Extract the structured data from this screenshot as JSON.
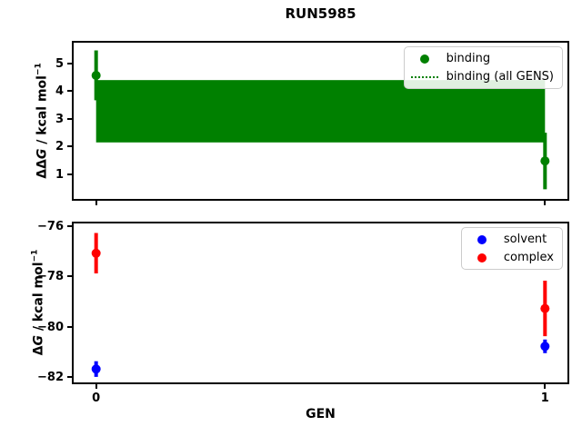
{
  "title": "RUN5985",
  "xlabel": "GEN",
  "colors": {
    "binding": "#008000",
    "solvent": "#0000ff",
    "complex": "#ff0000",
    "spine": "#000000"
  },
  "chart_data": [
    {
      "type": "scatter",
      "panel": "binding",
      "ylabel": {
        "prefix": "ΔΔ",
        "var": "G",
        "rest": " / kcal mol",
        "sup": "−1"
      },
      "xlim": [
        -0.05,
        1.05
      ],
      "ylim": [
        0.11,
        5.75
      ],
      "grid": false,
      "yticks": [
        {
          "value": 1,
          "label": "1"
        },
        {
          "value": 2,
          "label": "2"
        },
        {
          "value": 3,
          "label": "3"
        },
        {
          "value": 4,
          "label": "4"
        },
        {
          "value": 5,
          "label": "5"
        }
      ],
      "xticks": [
        {
          "value": 0,
          "label": "0"
        },
        {
          "value": 1,
          "label": "1"
        }
      ],
      "show_xtick_labels": false,
      "band": {
        "label": "binding (all GENS)",
        "color": "#008000",
        "x": [
          0,
          1
        ],
        "lower": 2.15,
        "upper": 4.4
      },
      "series": [
        {
          "name": "binding",
          "color": "#008000",
          "points": [
            {
              "x": 0,
              "y": 4.57,
              "err": 0.9
            },
            {
              "x": 1,
              "y": 1.48,
              "err": 1.02
            }
          ]
        }
      ],
      "legend": [
        {
          "label": "binding",
          "handle": "dot",
          "color": "#008000"
        },
        {
          "label": "binding (all GENS)",
          "handle": "dotted-line",
          "color": "#008000"
        }
      ],
      "legend_position": "upper right"
    },
    {
      "type": "scatter",
      "panel": "free-energy",
      "ylabel": {
        "prefix": "Δ",
        "var": "G",
        "rest": " / kcal mol",
        "sup": "−1"
      },
      "xlim": [
        -0.05,
        1.05
      ],
      "ylim": [
        -82.2,
        -75.9
      ],
      "grid": false,
      "yticks": [
        {
          "value": -76,
          "label": "−76"
        },
        {
          "value": -78,
          "label": "−78"
        },
        {
          "value": -80,
          "label": "−80"
        },
        {
          "value": -82,
          "label": "−82"
        }
      ],
      "xticks": [
        {
          "value": 0,
          "label": "0"
        },
        {
          "value": 1,
          "label": "1"
        }
      ],
      "show_xtick_labels": true,
      "series": [
        {
          "name": "solvent",
          "color": "#0000ff",
          "points": [
            {
              "x": 0,
              "y": -81.67,
              "err": 0.31
            },
            {
              "x": 1,
              "y": -80.77,
              "err": 0.27
            }
          ]
        },
        {
          "name": "complex",
          "color": "#ff0000",
          "points": [
            {
              "x": 0,
              "y": -77.08,
              "err": 0.8
            },
            {
              "x": 1,
              "y": -79.27,
              "err": 1.1
            }
          ]
        }
      ],
      "legend": [
        {
          "label": "solvent",
          "handle": "dot",
          "color": "#0000ff"
        },
        {
          "label": "complex",
          "handle": "dot",
          "color": "#ff0000"
        }
      ],
      "legend_position": "upper right"
    }
  ]
}
